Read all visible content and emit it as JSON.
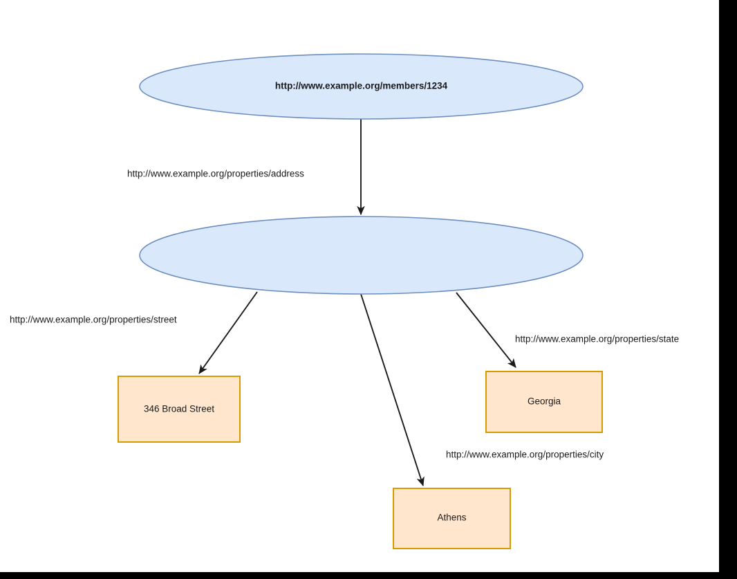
{
  "diagram": {
    "title": "RDF address graph",
    "type": "rdf-graph",
    "background_color": "#ffffff",
    "frame_color": "#000000",
    "palette": {
      "resource_fill": "#dae8fc",
      "resource_stroke": "#6c8ebf",
      "literal_fill": "#ffe6cc",
      "literal_stroke": "#d79b00",
      "edge_stroke": "#1a1a1a",
      "text_color": "#1a1a1a"
    },
    "nodes": {
      "subject": {
        "id": "member-node",
        "kind": "resource-ellipse",
        "label": "http://www.example.org/members/1234",
        "bold": true
      },
      "blank": {
        "id": "blank-node",
        "kind": "resource-ellipse",
        "label": "",
        "bold": false
      },
      "street_value": {
        "id": "street-literal",
        "kind": "literal-rect",
        "label": "346 Broad Street"
      },
      "city_value": {
        "id": "city-literal",
        "kind": "literal-rect",
        "label": "Athens"
      },
      "state_value": {
        "id": "state-literal",
        "kind": "literal-rect",
        "label": "Georgia"
      }
    },
    "edges": {
      "address": {
        "id": "edge-address",
        "label": "http://www.example.org/properties/address",
        "from": "member-node",
        "to": "blank-node"
      },
      "street": {
        "id": "edge-street",
        "label": "http://www.example.org/properties/street",
        "from": "blank-node",
        "to": "street-literal"
      },
      "city": {
        "id": "edge-city",
        "label": "http://www.example.org/properties/city",
        "from": "blank-node",
        "to": "city-literal"
      },
      "state": {
        "id": "edge-state",
        "label": "http://www.example.org/properties/state",
        "from": "blank-node",
        "to": "state-literal"
      }
    }
  }
}
